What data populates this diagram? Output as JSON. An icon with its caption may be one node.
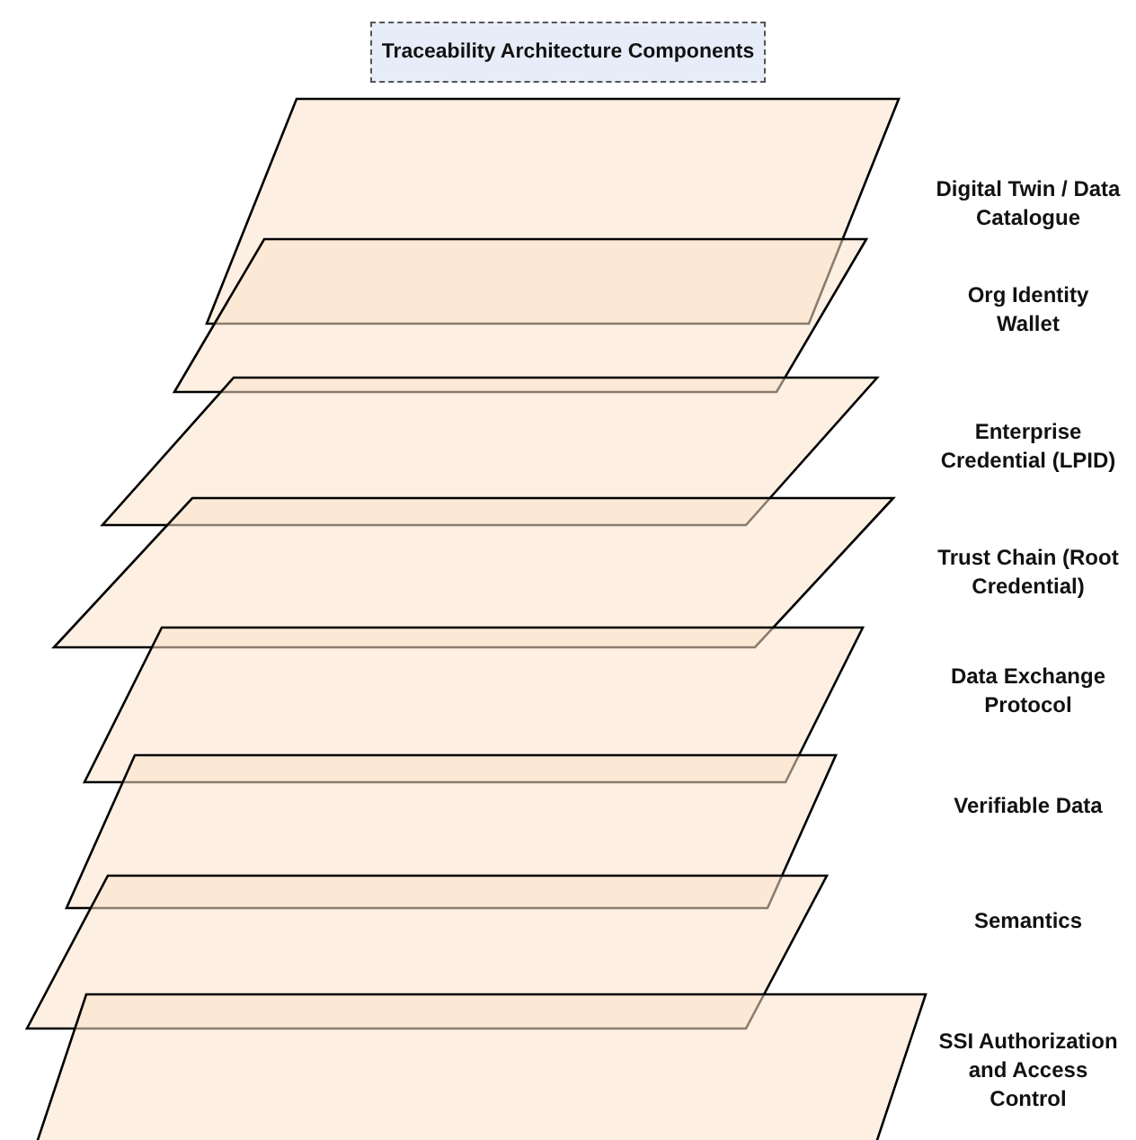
{
  "diagram": {
    "title": "Traceability Architecture Components",
    "nodes": [
      {
        "text": [],
        "shape": "parallelogram"
      },
      {
        "text": [],
        "shape": "parallelogram"
      },
      {
        "text": [],
        "shape": "parallelogram"
      },
      {
        "text": [],
        "shape": "parallelogram"
      },
      {
        "text": [],
        "shape": "parallelogram"
      },
      {
        "text": [],
        "shape": "parallelogram"
      },
      {
        "text": [],
        "shape": "parallelogram"
      },
      {
        "text": [],
        "shape": "parallelogram"
      }
    ],
    "labels": [
      "Digital Twin / Data Catalogue",
      "Org Identity Wallet",
      "Enterprise Credential (LPID)",
      "Trust Chain (Root Credential)",
      "Data Exchange Protocol",
      "Verifiable Data",
      "Semantics",
      "SSI Authorization and Access Control"
    ]
  }
}
